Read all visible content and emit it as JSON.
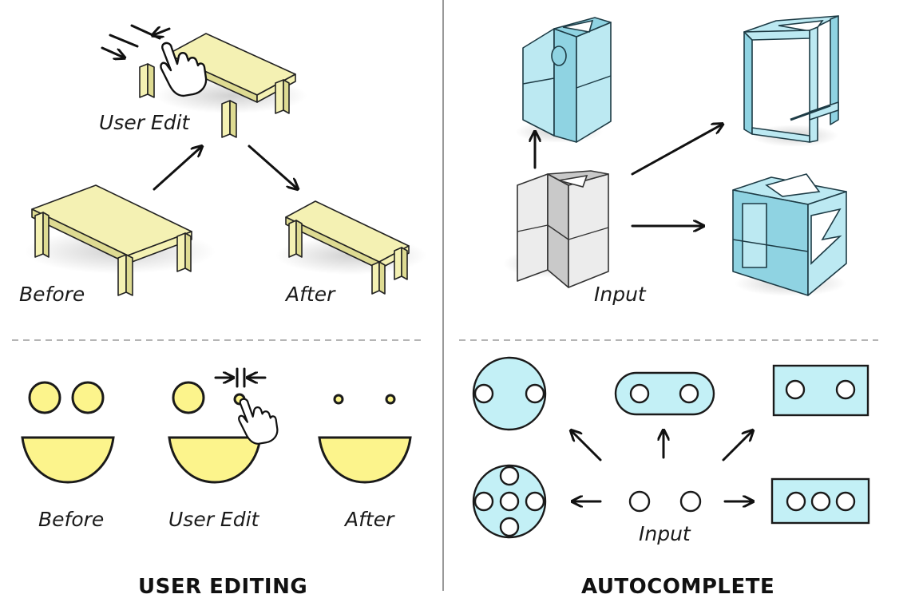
{
  "panels": {
    "left": {
      "title": "USER EDITING",
      "tables": {
        "user_edit": "User Edit",
        "before": "Before",
        "after": "After"
      },
      "faces": {
        "before": "Before",
        "user_edit": "User Edit",
        "after": "After"
      }
    },
    "right": {
      "title": "AUTOCOMPLETE",
      "shapes3d": {
        "input": "Input"
      },
      "shapes2d": {
        "input": "Input"
      }
    }
  },
  "colors": {
    "yellow_fill": "#f4f1b3",
    "face_yellow": "#fcf48c",
    "cyan_fill": "#bce9f2",
    "cyan_2d": "#c3f0f6",
    "gray_fill": "#ececec"
  }
}
